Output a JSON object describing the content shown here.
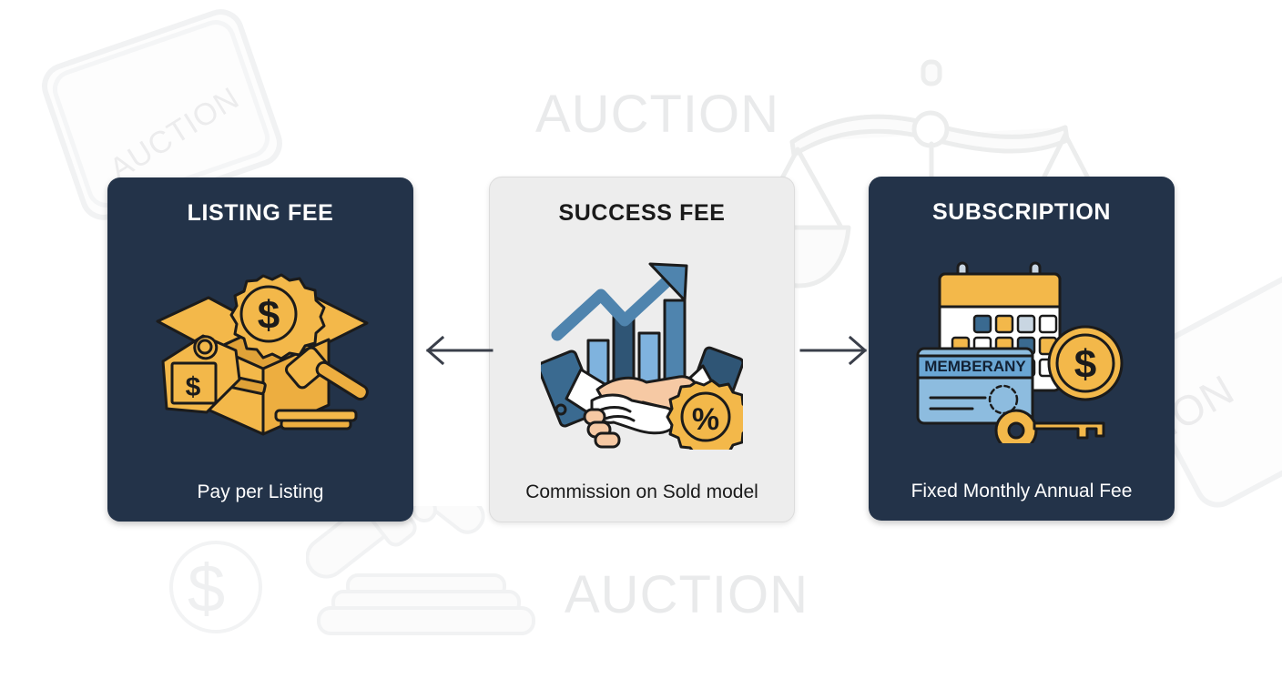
{
  "diagram": {
    "title_absent": true,
    "background_color": "#ffffff",
    "watermarks": [
      {
        "name": "auction-word-top",
        "text": "AUCTION"
      },
      {
        "name": "auction-word-bottom",
        "text": "AUCTION"
      },
      {
        "name": "auction-sign-left",
        "text": "AUCTION"
      },
      {
        "name": "auction-sign-right",
        "text": "ION"
      },
      {
        "name": "dollar-coin",
        "text": "$"
      }
    ],
    "colors": {
      "card_dark": "#233349",
      "card_light": "#ededed",
      "accent_gold": "#f5b942",
      "accent_gold_dark": "#e8a12c",
      "accent_blue": "#3a6a9a",
      "accent_blue_light": "#6ea8d8",
      "skin": "#f6c9a4",
      "text_light": "#ffffff",
      "text_dark": "#1a1a1a",
      "watermark": "#eceded",
      "arrow": "#3a3f4a"
    },
    "cards": [
      {
        "id": "listing",
        "title": "LISTING FEE",
        "caption": "Pay per Listing",
        "theme": "dark",
        "icon": "box-with-price-tag-and-gavel-icon"
      },
      {
        "id": "success",
        "title": "SUCCESS FEE",
        "caption": "Commission on Sold model",
        "theme": "light",
        "icon": "handshake-growth-chart-percent-icon"
      },
      {
        "id": "subscription",
        "title": "SUBSCRIPTION",
        "caption": "Fixed Monthly Annual Fee",
        "theme": "dark",
        "icon": "calendar-membership-card-key-coin-icon",
        "card_label": "MEMBERANY"
      }
    ],
    "arrows": [
      {
        "name": "arrow-left",
        "direction": "left",
        "from": "success",
        "to": "listing"
      },
      {
        "name": "arrow-right",
        "direction": "right",
        "from": "success",
        "to": "subscription"
      }
    ]
  }
}
